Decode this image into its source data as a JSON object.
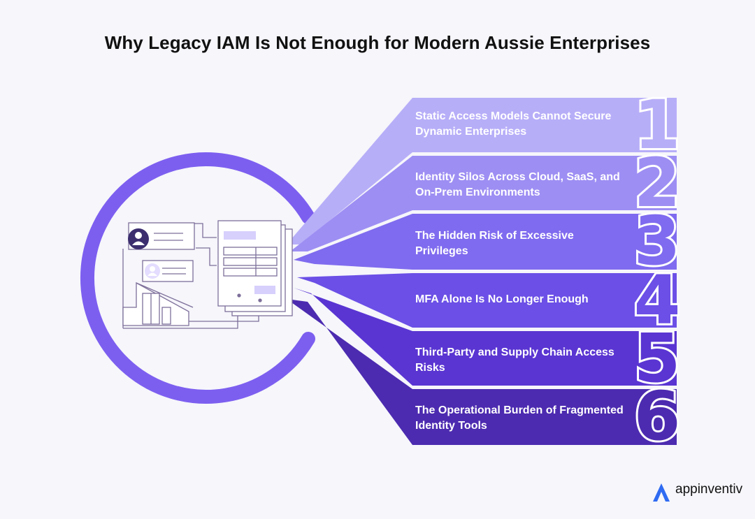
{
  "title": "Why Legacy IAM Is Not Enough for Modern Aussie Enterprises",
  "items": [
    {
      "number": "1",
      "text": "Static Access Models Cannot Secure Dynamic Enterprises",
      "color": "#b7aef8"
    },
    {
      "number": "2",
      "text": "Identity Silos Across Cloud, SaaS, and On-Prem Environments",
      "color": "#9d8ef3"
    },
    {
      "number": "3",
      "text": "The Hidden Risk of Excessive Privileges",
      "color": "#7f6bef"
    },
    {
      "number": "4",
      "text": "MFA Alone Is No Longer Enough",
      "color": "#6b4fe6"
    },
    {
      "number": "5",
      "text": "Third-Party and Supply Chain Access Risks",
      "color": "#5a35d2"
    },
    {
      "number": "6",
      "text": "The Operational Burden of Fragmented Identity Tools",
      "color": "#4c2bb0"
    }
  ],
  "ring_color": "#7d5ff0",
  "logo": {
    "text": "appinventiv",
    "icon": "appinventiv-logo-icon",
    "color": "#2f6bf2"
  }
}
